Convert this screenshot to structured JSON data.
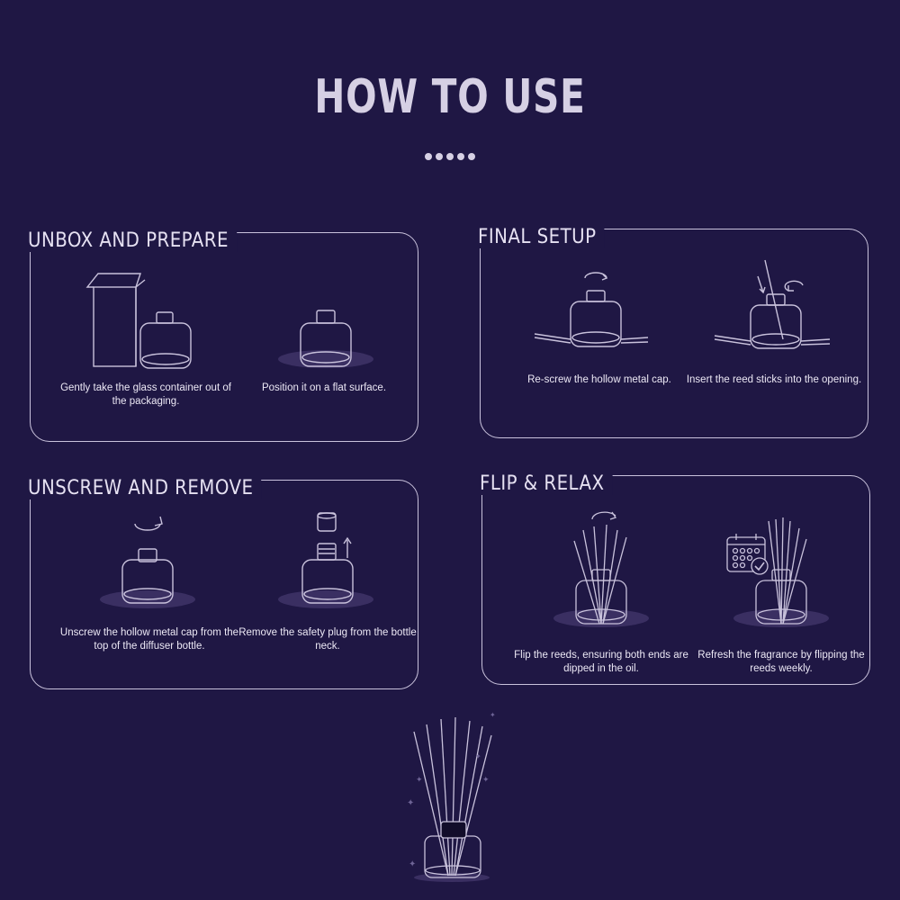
{
  "page": {
    "title": "HOW TO USE"
  },
  "sections": {
    "unbox": {
      "title": "UNBOX AND PREPARE",
      "step1": "Gently take the glass container out of the packaging.",
      "step2": "Position it on a flat surface."
    },
    "final": {
      "title": "FINAL SETUP",
      "step1": "Re-screw the hollow metal cap.",
      "step2": "Insert the reed sticks into the opening."
    },
    "unscrew": {
      "title": "UNSCREW AND REMOVE",
      "step1": "Unscrew the hollow metal cap from the top of the diffuser bottle.",
      "step2": "Remove the safety plug from the bottle neck."
    },
    "flip": {
      "title": "FLIP & RELAX",
      "step1": "Flip the reeds, ensuring both ends are dipped in the oil.",
      "step2": "Refresh the fragrance by flipping the reeds weekly."
    }
  },
  "colors": {
    "background": "#1f1744",
    "line": "#c9c2dc",
    "shadow": "#3a2f62"
  }
}
